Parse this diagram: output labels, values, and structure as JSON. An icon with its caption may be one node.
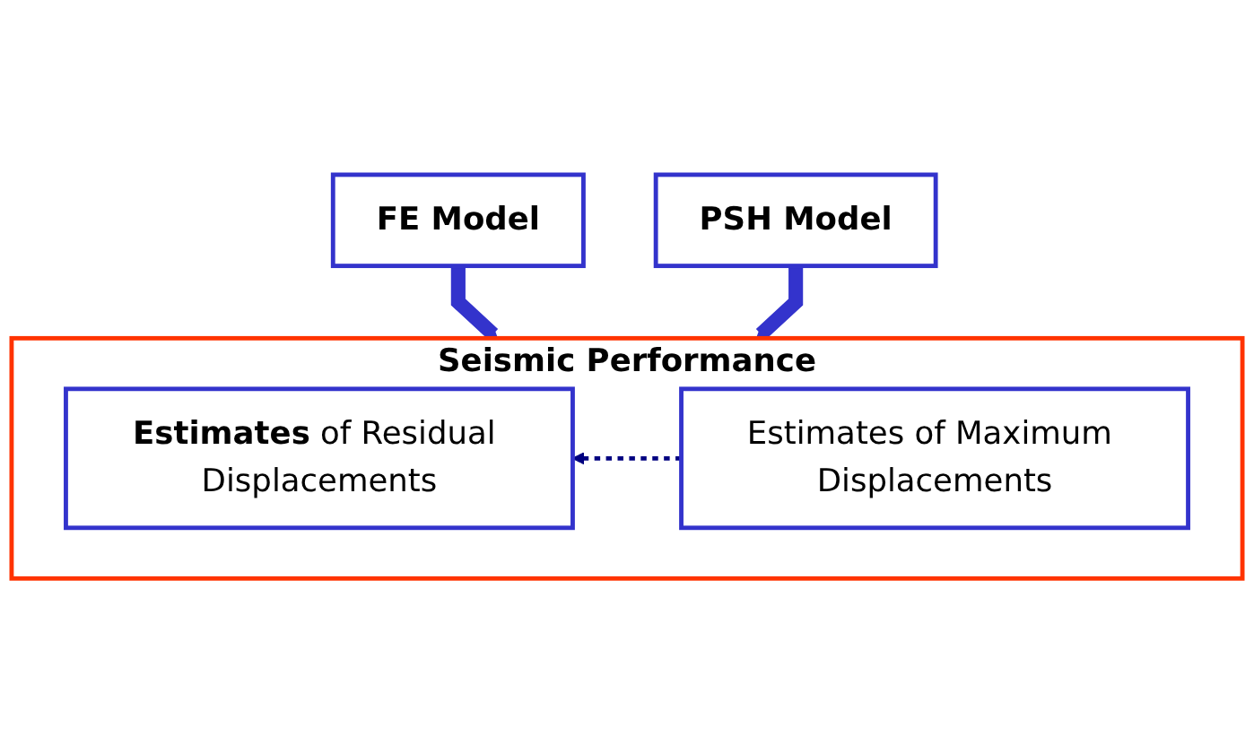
{
  "diagram": {
    "nodes": [
      {
        "text": [
          "FE Model"
        ]
      },
      {
        "text": [
          "PSH  Model"
        ]
      },
      {
        "text": [
          "Seismic Performance"
        ]
      },
      {
        "text": [
          "**Estimates** of Residual Displacements"
        ],
        "in": 2
      },
      {
        "text": [
          "Estimates of Maximum Displacements"
        ],
        "in": 2
      }
    ],
    "edges": [
      {
        "from": 0,
        "to": 2,
        "arrow": "to"
      },
      {
        "from": 1,
        "to": 2,
        "arrow": "to"
      },
      {
        "from": 4,
        "to": 3,
        "arrow": "to",
        "style": "dashed",
        "color": "#000080"
      }
    ]
  }
}
